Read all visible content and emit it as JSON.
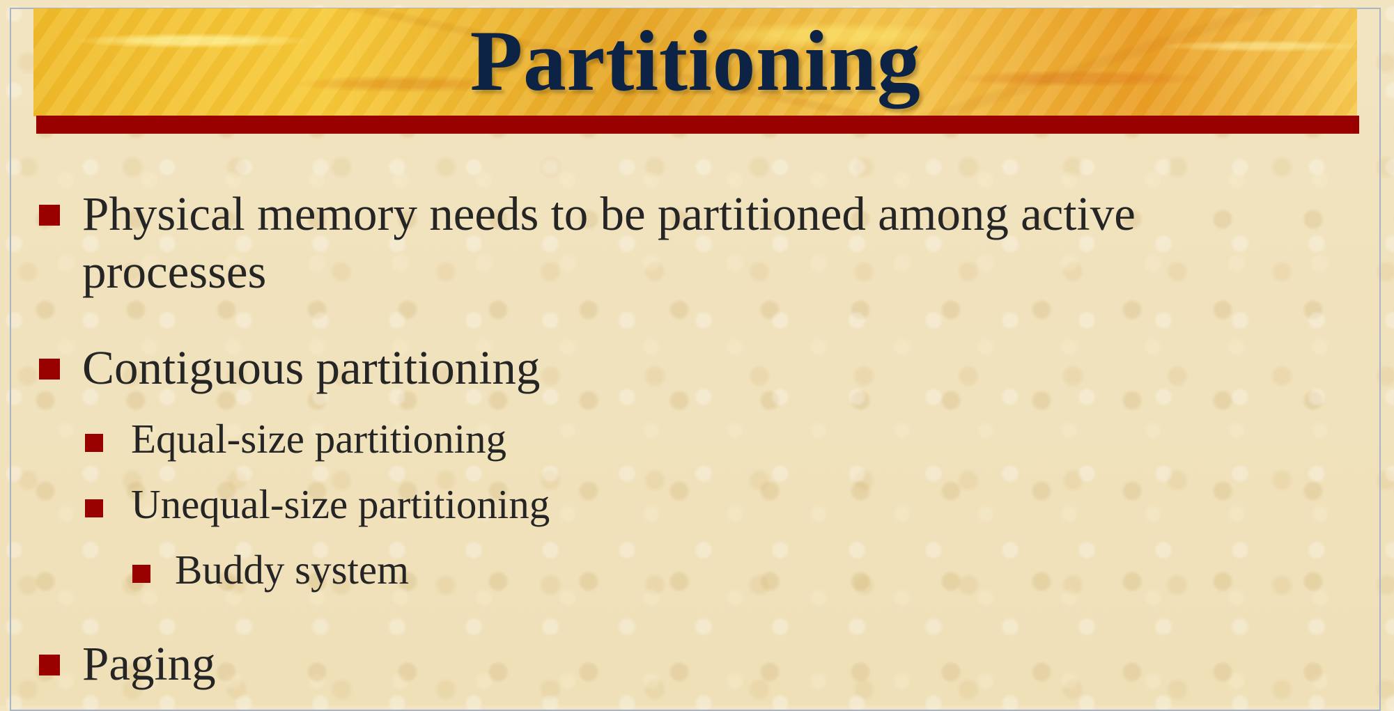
{
  "slide": {
    "title": "Partitioning",
    "colors": {
      "title_text": "#0d2346",
      "title_band": "#f2c13b",
      "title_rule": "#990000",
      "bullet": "#990000",
      "body_text": "#252525",
      "background": "#f1e2bc"
    },
    "items": [
      {
        "text": "Physical memory needs to be partitioned among active processes",
        "level": 1
      },
      {
        "text": "Contiguous partitioning",
        "level": 1
      },
      {
        "text": "Equal-size partitioning",
        "level": 2
      },
      {
        "text": "Unequal-size partitioning",
        "level": 2
      },
      {
        "text": "Buddy system",
        "level": 3
      },
      {
        "text": "Paging",
        "level": 1
      }
    ]
  }
}
